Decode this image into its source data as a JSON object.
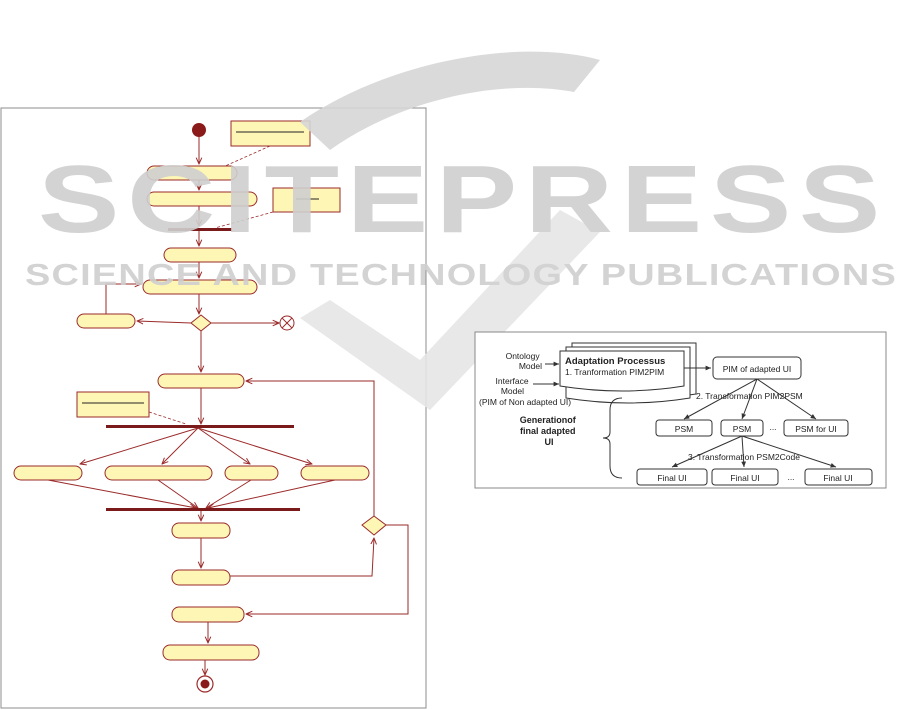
{
  "watermark": {
    "title": "SCITEPRESS",
    "subtitle": "SCIENCE AND TECHNOLOGY PUBLICATIONS"
  },
  "activity_diagram": {
    "note_labels": [
      "",
      "",
      ""
    ],
    "action_labels": [
      "",
      "",
      "",
      "",
      "",
      "",
      "",
      "",
      "",
      "",
      "",
      "",
      "",
      "",
      ""
    ]
  },
  "adaptation_diagram": {
    "input_ontology": "Ontology\nModel",
    "input_interface": "Interface\nModel",
    "input_pim": "(PIM of Non adapted UI)",
    "process_title": "Adaptation Processus",
    "process_step": "1. Tranformation PIM2PIM",
    "pim_adapted": "PIM of adapted UI",
    "step2": "2. Transformation PIM2PSM",
    "generation_label": "Generationof\nfinal adapted\nUI",
    "psm_items": [
      "PSM",
      "PSM",
      "...",
      "PSM for UI"
    ],
    "step3": "3. Transformation PSM2Code",
    "final_items": [
      "Final UI",
      "Final UI",
      "...",
      "Final UI"
    ]
  },
  "colors": {
    "node_fill": "#fdf6b5",
    "node_stroke": "#9b2a2a",
    "edge": "#9b2a2a",
    "bar": "#7a1a1a",
    "watermark": "#cfcfcf"
  }
}
